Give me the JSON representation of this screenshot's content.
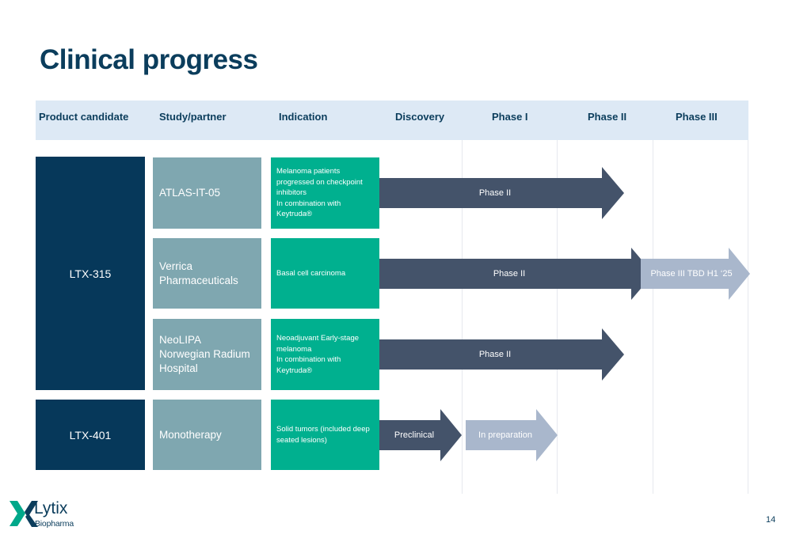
{
  "title": "Clinical progress",
  "columns": {
    "product_candidate": "Product candidate",
    "study_partner": "Study/partner",
    "indication": "Indication",
    "discovery": "Discovery",
    "phase1": "Phase I",
    "phase2": "Phase II",
    "phase3": "Phase III"
  },
  "candidates": [
    "LTX-315",
    "LTX-401"
  ],
  "rows": [
    {
      "study": "ATLAS-IT-05",
      "indication": "Melanoma patients\nprogressed on checkpoint\ninhibitors\nIn combination with\nKeytruda®",
      "bars": [
        {
          "label": "Phase II"
        }
      ]
    },
    {
      "study": "Verrica\nPharmaceuticals",
      "indication": "Basal cell carcinoma",
      "bars": [
        {
          "label": "Phase II"
        },
        {
          "label": "Phase III TBD H1 ‘25"
        }
      ]
    },
    {
      "study": "NeoLIPA\nNorwegian Radium\nHospital",
      "indication": "Neoadjuvant Early-stage\nmelanoma\nIn combination with\nKeytruda®",
      "bars": [
        {
          "label": "Phase II"
        }
      ]
    },
    {
      "study": "Monotherapy",
      "indication": "Solid tumors (included deep\nseated lesions)",
      "bars": [
        {
          "label": "Preclinical"
        },
        {
          "label": "In preparation"
        }
      ]
    }
  ],
  "colors": {
    "dark_navy": "#06385a",
    "slate_arrow": "#44536a",
    "light_arrow": "#a9b7cc",
    "study_teal_grey": "#7fa7b0",
    "indication_green": "#00b08f",
    "header_bg": "#dde9f5"
  },
  "logo": {
    "name": "Lytix",
    "sub": "Biopharma"
  },
  "page_number": "14"
}
